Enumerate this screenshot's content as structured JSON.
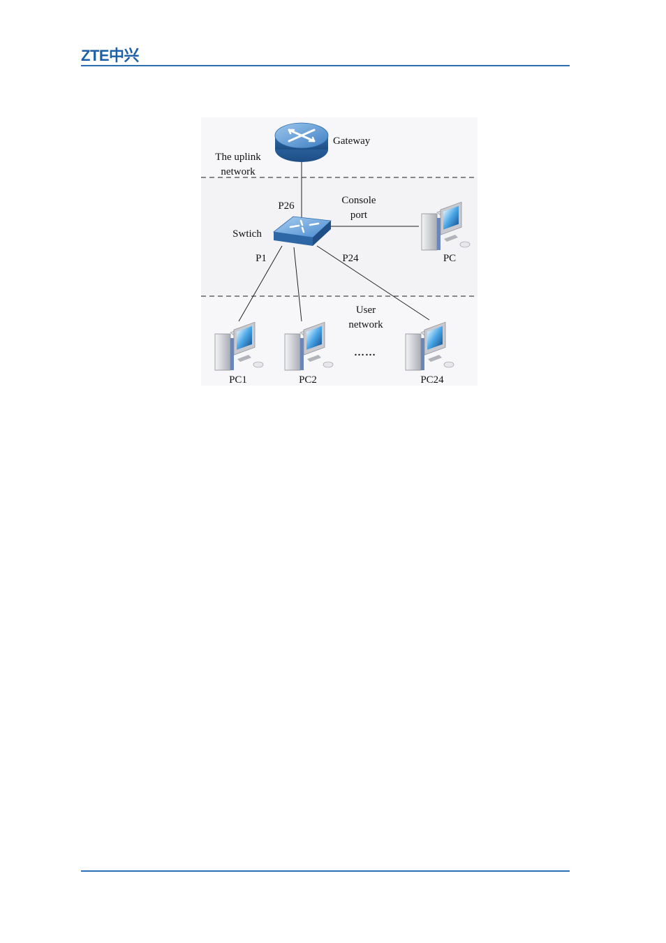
{
  "header": {
    "logo_text": "ZTE中兴",
    "brand_color": "#1b5fa8",
    "rule_color": "#2a6fb5"
  },
  "diagram": {
    "zones": {
      "uplink": [
        "The uplink",
        "network"
      ],
      "user": [
        "User",
        "network"
      ]
    },
    "gateway": {
      "label": "Gateway",
      "icon": "router-icon"
    },
    "switch": {
      "label": "Swtich",
      "icon": "switch-icon"
    },
    "console": {
      "label": [
        "Console",
        "port"
      ]
    },
    "ports": {
      "uplink": "P26",
      "first": "P1",
      "last": "P24"
    },
    "console_pc": {
      "label": "PC",
      "icon": "desktop-pc-icon"
    },
    "user_pcs": [
      {
        "label": "PC1",
        "icon": "desktop-pc-icon"
      },
      {
        "label": "PC2",
        "icon": "desktop-pc-icon"
      },
      {
        "label": "PC24",
        "icon": "desktop-pc-icon"
      }
    ],
    "ellipsis": "……",
    "colors": {
      "device_blue": "#3f7fc4",
      "zone_bg": "#f6f6f8"
    }
  }
}
